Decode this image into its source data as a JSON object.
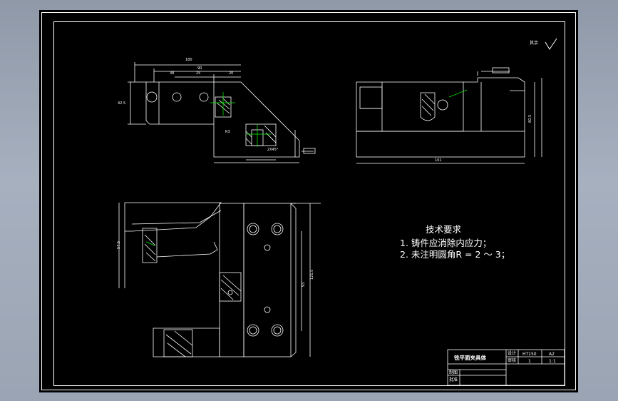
{
  "colors": {
    "background_frame": "#9aa4b3",
    "canvas": "#000000",
    "line": "#ffffff",
    "center_mark": "#00ff00"
  },
  "corner_symbol": {
    "label": "其余",
    "icon": "roughness-check-icon"
  },
  "tech_requirements": {
    "title": "技术要求",
    "item1": "1. 铸件应消除内应力；",
    "item2": "2. 未注明圆角R = 2 ～ 3；"
  },
  "title_block": {
    "part_name": "铣平面夹具体",
    "material": "HT150",
    "sheet_size": "A2",
    "scale": "1:1",
    "qty": "1",
    "design_label": "设计",
    "check_label": "审核",
    "approve_label": "批准",
    "drawn_label": "制图"
  },
  "dimensions": {
    "top_overall": "180",
    "top_a": "90",
    "top_b": "38",
    "top_c": "25",
    "top_d": "20",
    "left_height": "42.5",
    "right_width": "101",
    "right_height": "60.5",
    "bottom_height": "121.5",
    "bottom_depth": "93",
    "bottom_mid": "57.5",
    "small_r": "R3",
    "chamfer": "2X45°"
  }
}
